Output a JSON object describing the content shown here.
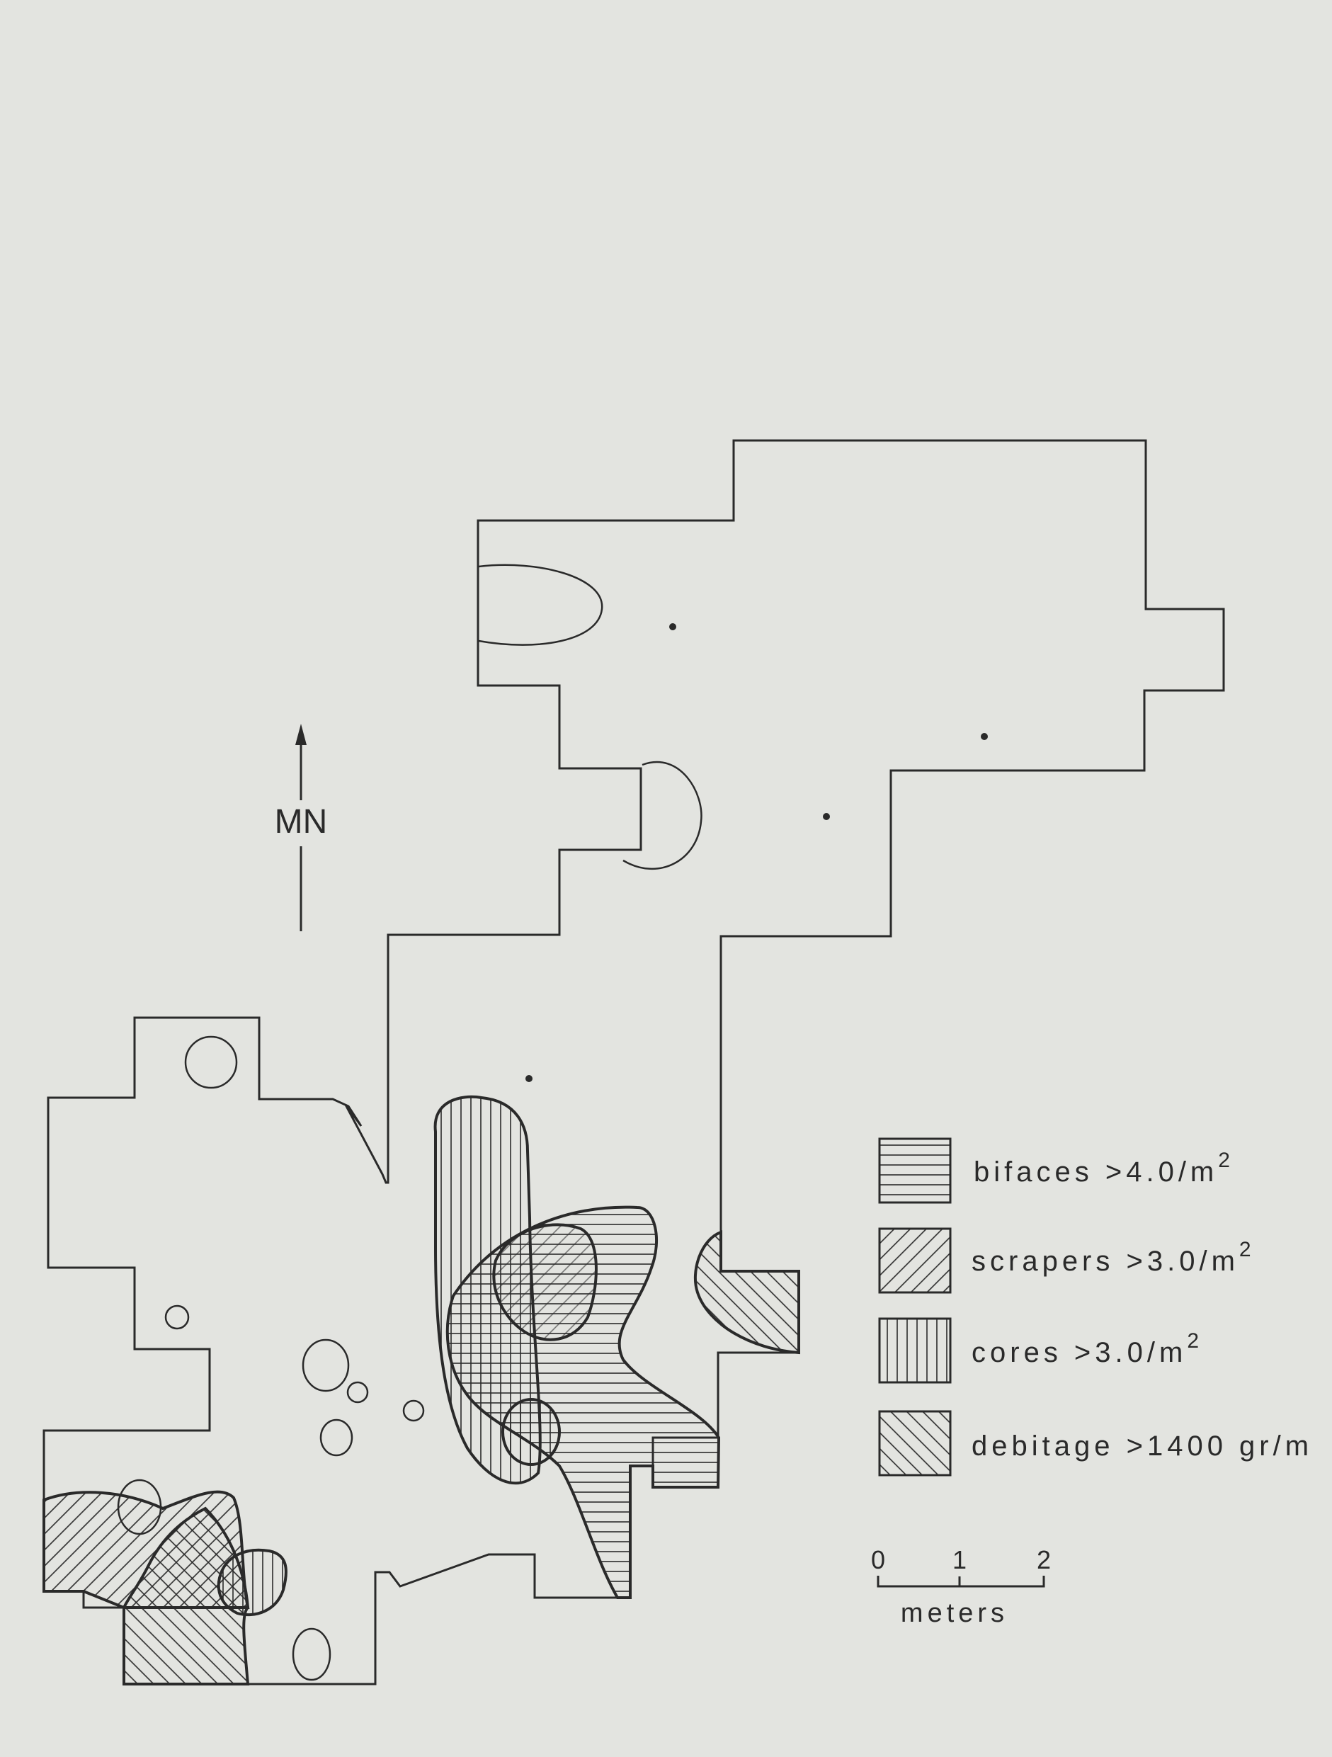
{
  "north_arrow": {
    "label": "MN"
  },
  "legend": {
    "items": [
      {
        "pattern": "horizontal-hatch",
        "label": "bifaces >4.0/m",
        "sup": "2"
      },
      {
        "pattern": "diagonal-right-hatch",
        "label": "scrapers >3.0/m",
        "sup": "2"
      },
      {
        "pattern": "vertical-hatch",
        "label": "cores >3.0/m",
        "sup": "2"
      },
      {
        "pattern": "diagonal-left-hatch",
        "label": "debitage >1400 gr/m",
        "sup": ""
      }
    ]
  },
  "scale_bar": {
    "ticks": [
      "0",
      "1",
      "2"
    ],
    "unit": "meters"
  },
  "colors": {
    "background": "#e3e4e0",
    "ink": "#2a2a2a"
  }
}
